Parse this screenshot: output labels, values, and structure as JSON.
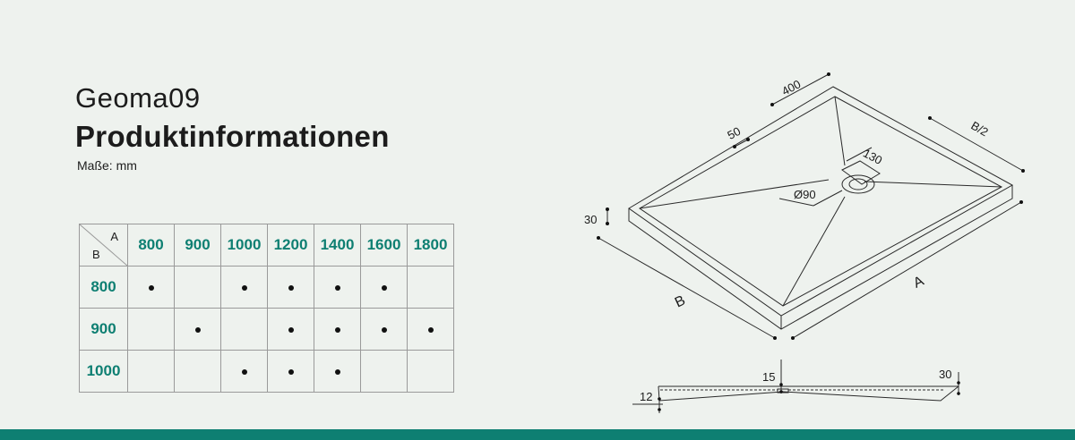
{
  "header": {
    "title": "Geoma09",
    "subtitle": "Produktinformationen",
    "units": "Maße: mm"
  },
  "table": {
    "corner_a": "A",
    "corner_b": "B",
    "columns": [
      "800",
      "900",
      "1000",
      "1200",
      "1400",
      "1600",
      "1800"
    ],
    "rows": [
      {
        "label": "800",
        "available": [
          true,
          false,
          true,
          true,
          true,
          true,
          false
        ]
      },
      {
        "label": "900",
        "available": [
          false,
          true,
          false,
          true,
          true,
          true,
          true
        ]
      },
      {
        "label": "1000",
        "available": [
          false,
          false,
          true,
          true,
          true,
          false,
          false
        ]
      }
    ]
  },
  "diagram": {
    "dim_400": "400",
    "dim_50": "50",
    "dim_b2": "B/2",
    "dim_130": "130",
    "dim_d90": "Ø90",
    "dim_30_top": "30",
    "label_a": "A",
    "label_b": "B",
    "section_15": "15",
    "section_30": "30",
    "section_12": "12"
  },
  "colors": {
    "accent": "#0e7f72",
    "background": "#eef2ee",
    "text": "#1c1c1c"
  }
}
